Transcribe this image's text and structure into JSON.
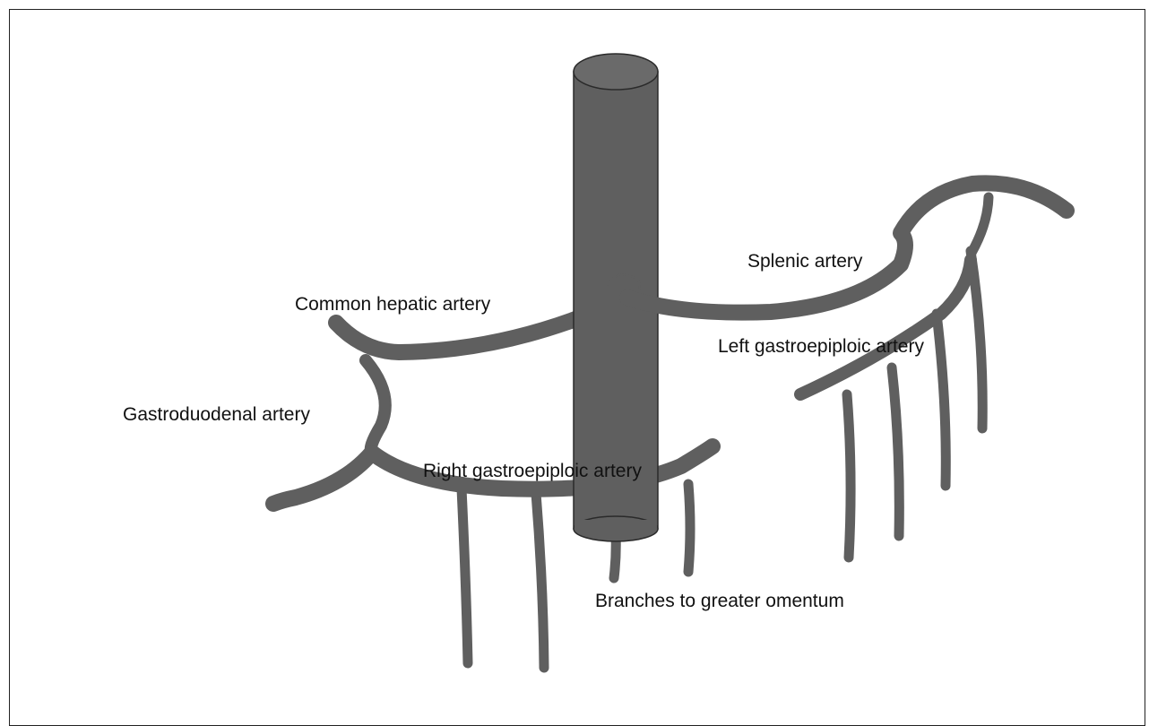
{
  "labels": {
    "splenic": "Splenic artery",
    "common_hepatic": "Common hepatic artery",
    "left_gastroepiploic": "Left gastroepiploic artery",
    "gastroduodenal": "Gastroduodenal artery",
    "right_gastroepiploic": "Right gastroepiploic artery",
    "branches": "Branches to greater omentum"
  },
  "colors": {
    "vessel": "#5f5f5f",
    "trunk": "#5f5f5f",
    "trunk_outline": "#2a2a2a",
    "label": "#111111"
  }
}
